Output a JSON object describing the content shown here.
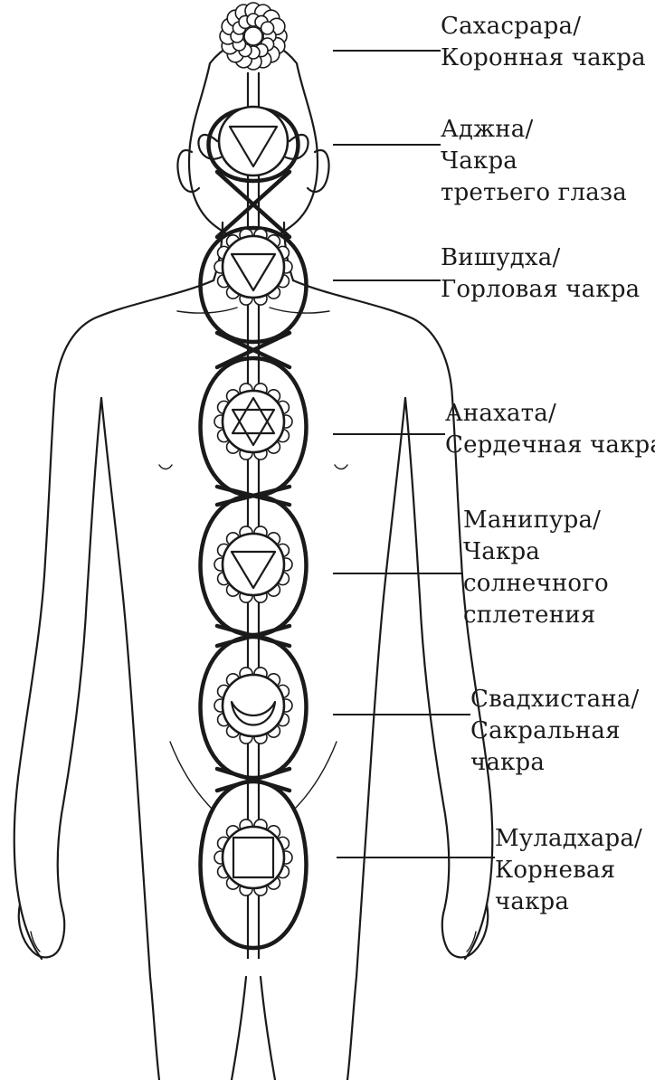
{
  "chakras": [
    {
      "id": "sahasrara",
      "icon": "lotus-thousand-petal-icon",
      "lines": [
        "Сахасрара/",
        "Коронная чакра"
      ]
    },
    {
      "id": "ajna",
      "icon": "triangle-down-two-petal-icon",
      "lines": [
        "Аджна/",
        "Чакра",
        "третьего глаза"
      ]
    },
    {
      "id": "vishuddha",
      "icon": "triangle-down-circle-icon",
      "lines": [
        "Вишудха/",
        "Горловая чакра"
      ]
    },
    {
      "id": "anahata",
      "icon": "hexagram-icon",
      "lines": [
        "Анахата/",
        "Сердечная чакра"
      ]
    },
    {
      "id": "manipura",
      "icon": "triangle-down-circle-icon",
      "lines": [
        "Манипура/",
        "Чакра",
        "солнечного",
        "сплетения"
      ]
    },
    {
      "id": "svadhisthana",
      "icon": "crescent-moon-icon",
      "lines": [
        "Свадхистана/",
        "Сакральная",
        "чакра"
      ]
    },
    {
      "id": "muladhara",
      "icon": "square-icon",
      "lines": [
        "Муладхара/",
        "Корневая",
        "чакра"
      ]
    }
  ],
  "colors": {
    "ink": "#1a1a1a",
    "background": "#ffffff"
  }
}
